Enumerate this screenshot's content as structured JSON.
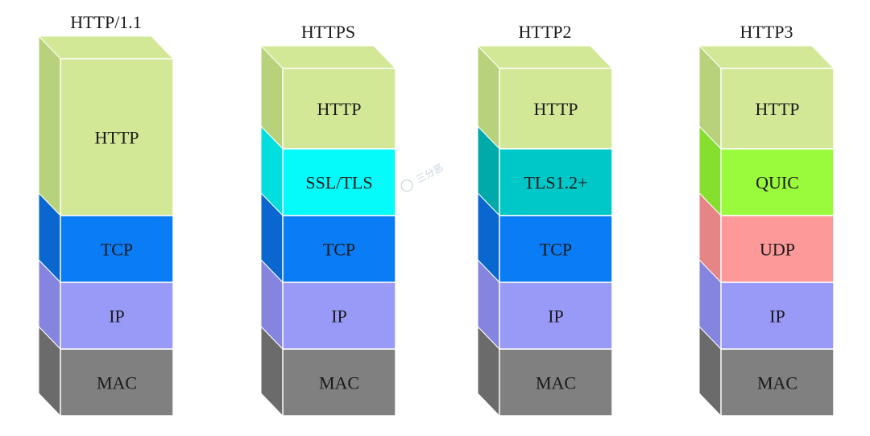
{
  "stacks": [
    {
      "title": "HTTP/1.1",
      "layers": [
        {
          "label": "HTTP",
          "color": "#d3e896",
          "side": "#b8d27c"
        },
        {
          "label": "TCP",
          "color": "#0a7cf6",
          "side": "#0a67cf"
        },
        {
          "label": "IP",
          "color": "#9999f8",
          "side": "#8585df"
        },
        {
          "label": "MAC",
          "color": "#808080",
          "side": "#6b6b6b"
        }
      ]
    },
    {
      "title": "HTTPS",
      "layers": [
        {
          "label": "HTTP",
          "color": "#d3e896",
          "side": "#b8d27c"
        },
        {
          "label": "SSL/TLS",
          "color": "#05fafa",
          "side": "#00dede"
        },
        {
          "label": "TCP",
          "color": "#0a7cf6",
          "side": "#0a67cf"
        },
        {
          "label": "IP",
          "color": "#9999f8",
          "side": "#8585df"
        },
        {
          "label": "MAC",
          "color": "#808080",
          "side": "#6b6b6b"
        }
      ]
    },
    {
      "title": "HTTP2",
      "layers": [
        {
          "label": "HTTP",
          "color": "#d3e896",
          "side": "#b8d27c"
        },
        {
          "label": "TLS1.2+",
          "color": "#00c8c8",
          "side": "#00aaaa"
        },
        {
          "label": "TCP",
          "color": "#0a7cf6",
          "side": "#0a67cf"
        },
        {
          "label": "IP",
          "color": "#9999f8",
          "side": "#8585df"
        },
        {
          "label": "MAC",
          "color": "#808080",
          "side": "#6b6b6b"
        }
      ]
    },
    {
      "title": "HTTP3",
      "layers": [
        {
          "label": "HTTP",
          "color": "#d3e896",
          "side": "#b8d27c"
        },
        {
          "label": "QUIC",
          "color": "#9afa3c",
          "side": "#86de2e"
        },
        {
          "label": "UDP",
          "color": "#fd9999",
          "side": "#e58585"
        },
        {
          "label": "IP",
          "color": "#9999f8",
          "side": "#8585df"
        },
        {
          "label": "MAC",
          "color": "#808080",
          "side": "#6b6b6b"
        }
      ]
    }
  ],
  "watermark": "三分恶"
}
